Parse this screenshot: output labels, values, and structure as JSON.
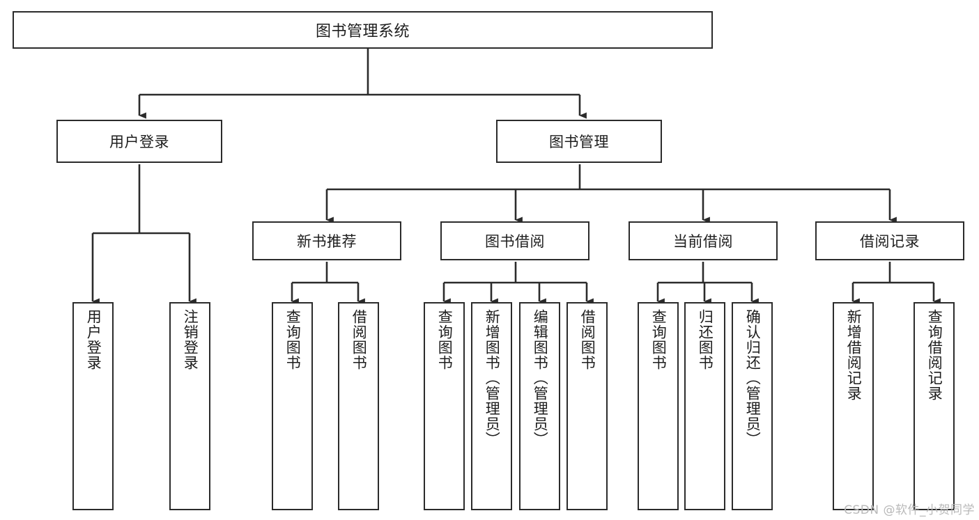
{
  "diagram": {
    "title": "图书管理系统",
    "type": "tree-hierarchy-chart",
    "accent_color": "#2b2b2b",
    "background_color": "#ffffff",
    "levels": {
      "root": {
        "id": "root",
        "label": "图书管理系统"
      },
      "level2": [
        {
          "id": "user-login",
          "label": "用户登录"
        },
        {
          "id": "book-management",
          "label": "图书管理"
        }
      ],
      "level3": [
        {
          "id": "new-book-recommend",
          "label": "新书推荐",
          "parent": "book-management"
        },
        {
          "id": "book-borrow",
          "label": "图书借阅",
          "parent": "book-management"
        },
        {
          "id": "current-borrow",
          "label": "当前借阅",
          "parent": "book-management"
        },
        {
          "id": "borrow-record",
          "label": "借阅记录",
          "parent": "book-management"
        }
      ],
      "leaves": [
        {
          "id": "leaf-user-login",
          "label": "用户登录",
          "parent": "user-login"
        },
        {
          "id": "leaf-logout",
          "label": "注销登录",
          "parent": "user-login"
        },
        {
          "id": "leaf-query-book-1",
          "label": "查询图书",
          "parent": "new-book-recommend"
        },
        {
          "id": "leaf-borrow-book-1",
          "label": "借阅图书",
          "parent": "new-book-recommend"
        },
        {
          "id": "leaf-query-book-2",
          "label": "查询图书",
          "parent": "book-borrow"
        },
        {
          "id": "leaf-add-book",
          "label": "新增图书（管理员）",
          "parent": "book-borrow"
        },
        {
          "id": "leaf-edit-book",
          "label": "编辑图书（管理员）",
          "parent": "book-borrow"
        },
        {
          "id": "leaf-borrow-book-2",
          "label": "借阅图书",
          "parent": "book-borrow"
        },
        {
          "id": "leaf-query-book-3",
          "label": "查询图书",
          "parent": "current-borrow"
        },
        {
          "id": "leaf-return-book",
          "label": "归还图书",
          "parent": "current-borrow"
        },
        {
          "id": "leaf-confirm-return",
          "label": "确认归还（管理员）",
          "parent": "current-borrow"
        },
        {
          "id": "leaf-add-record",
          "label": "新增借阅记录",
          "parent": "borrow-record"
        },
        {
          "id": "leaf-query-record",
          "label": "查询借阅记录",
          "parent": "borrow-record"
        }
      ]
    }
  },
  "watermark": {
    "text": "CSDN @软件_小贺同学"
  }
}
